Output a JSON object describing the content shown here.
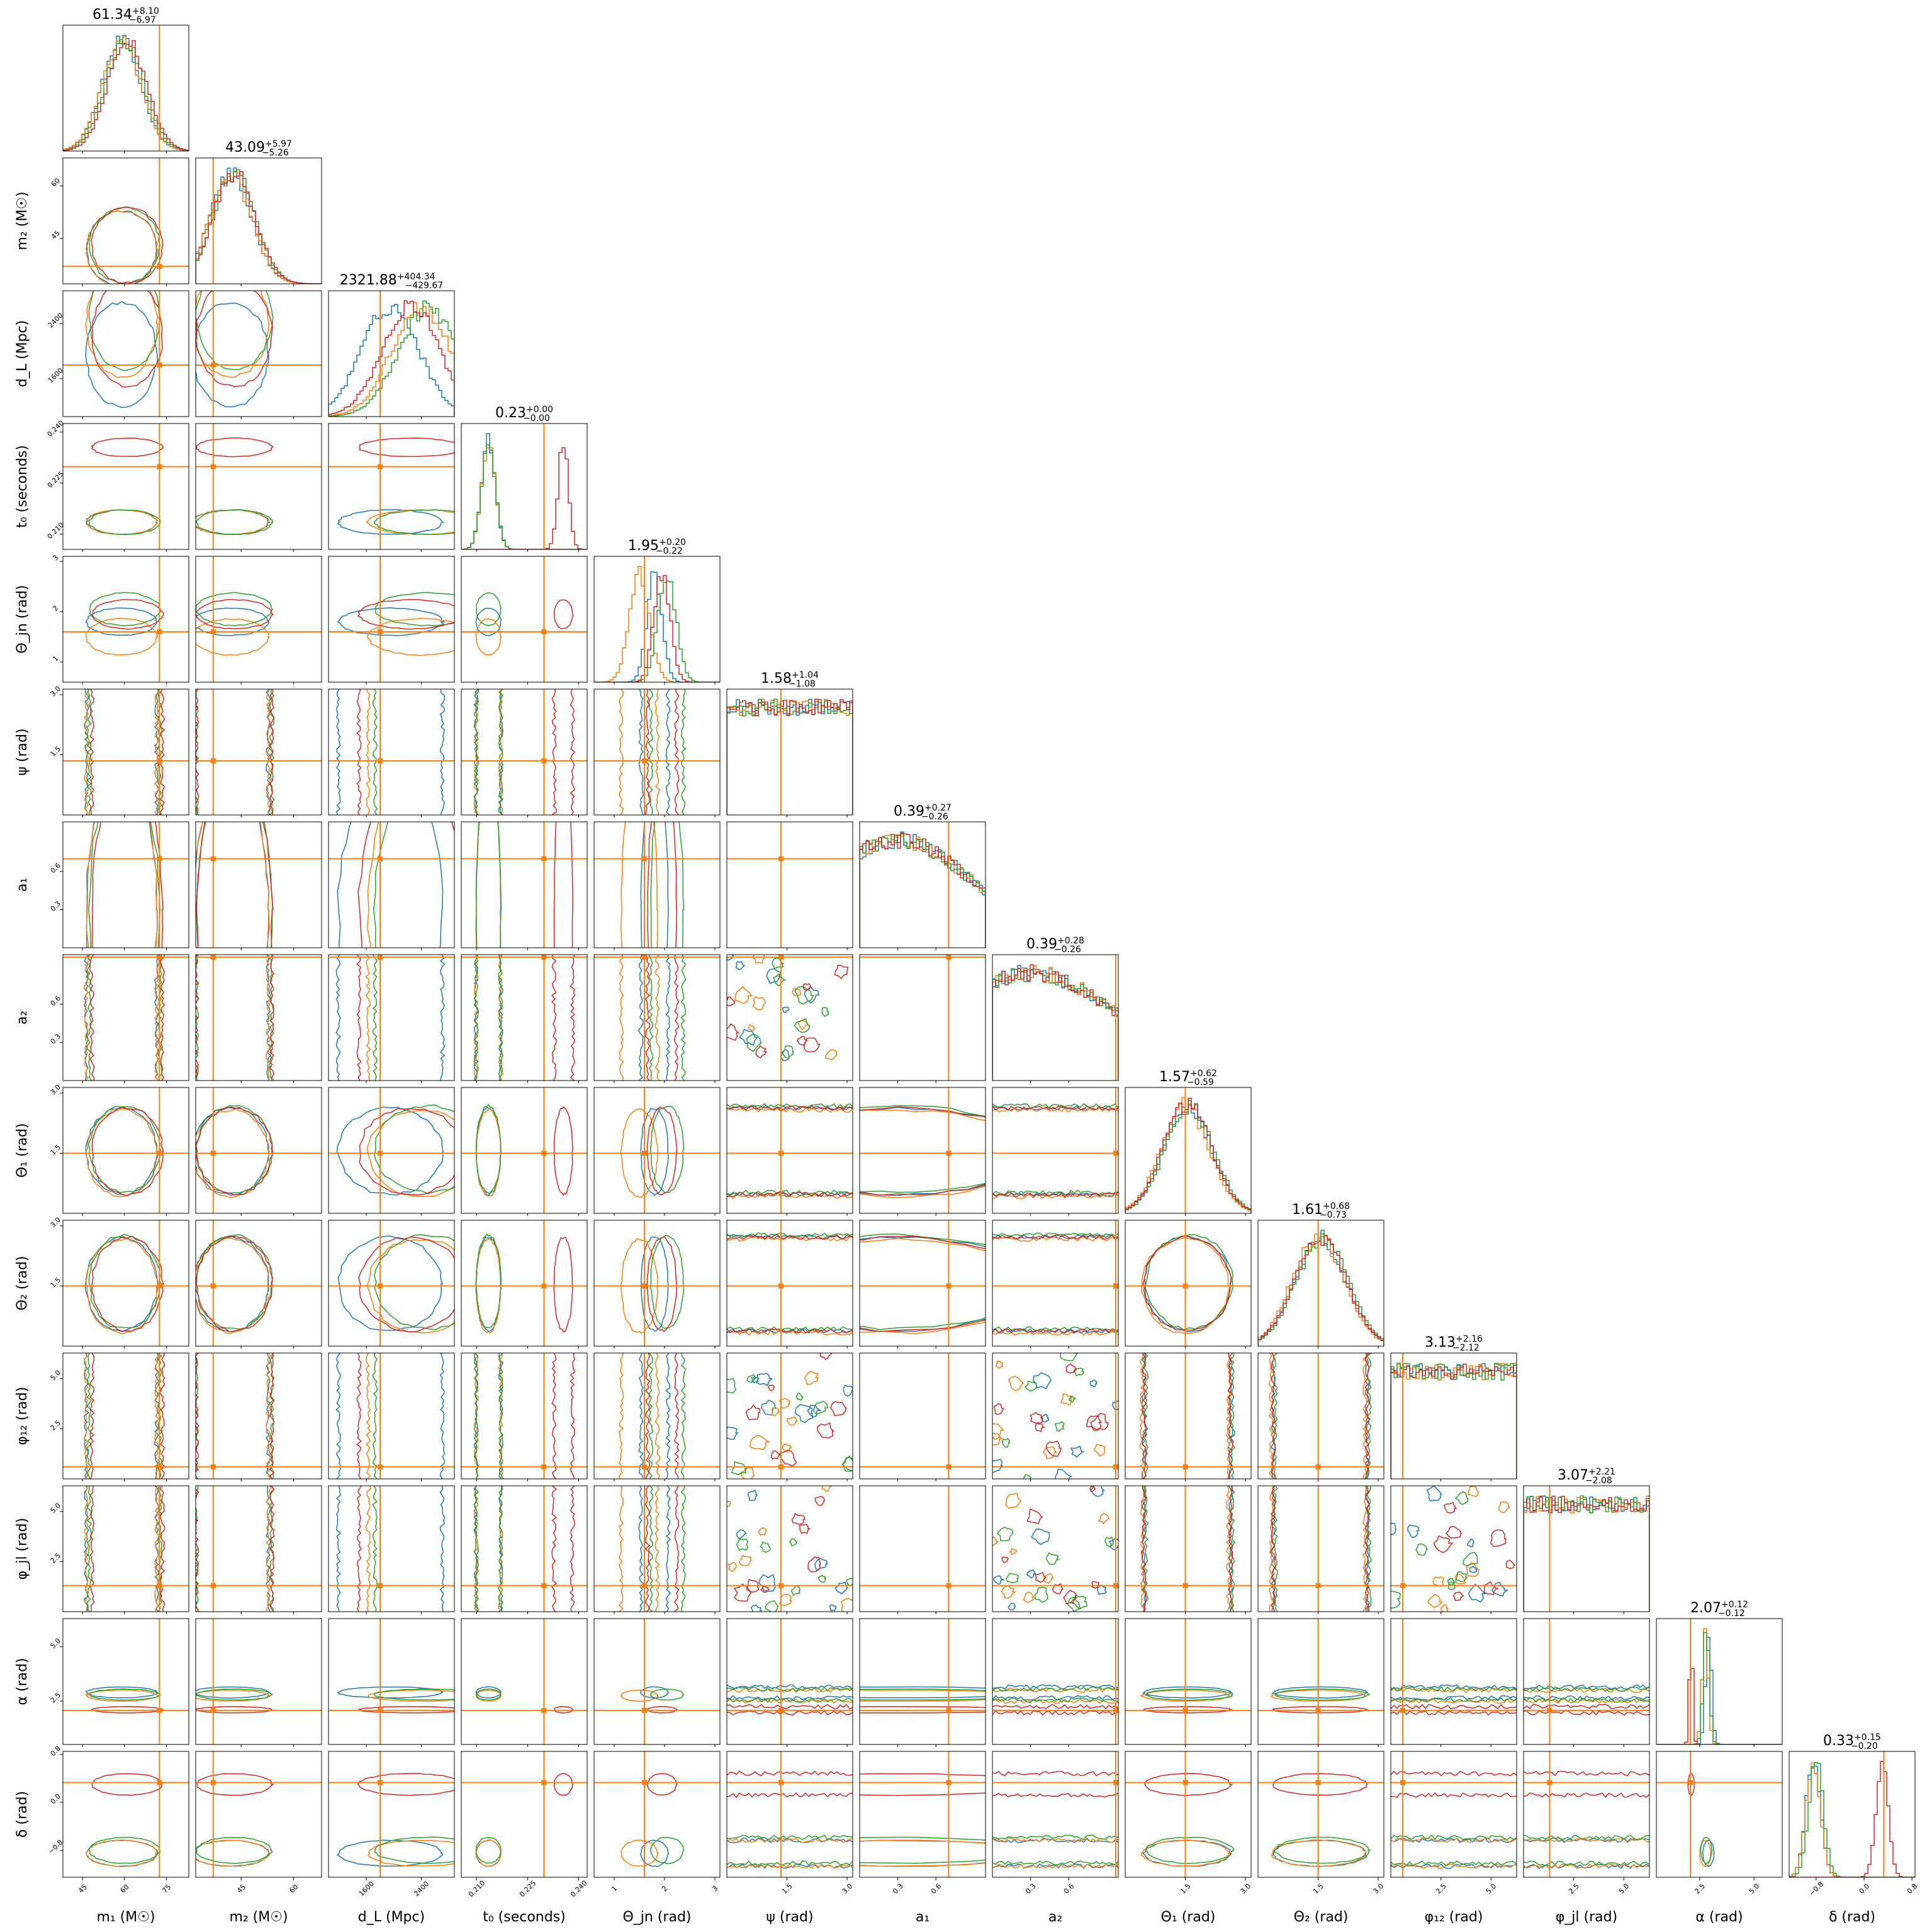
{
  "chart_data": {
    "type": "corner",
    "series_colors": [
      "#1f77b4",
      "#ff7f0e",
      "#2ca02c",
      "#d62728"
    ],
    "truth_color": "#ff7f0e",
    "parameters": [
      {
        "label": "m₁ (M☉)",
        "summary": {
          "median": "61.34",
          "plus": "+8.10",
          "minus": "−6.97"
        },
        "range": [
          38,
          83
        ],
        "ticks": [
          {
            "v": 45,
            "t": "45"
          },
          {
            "v": 60,
            "t": "60"
          },
          {
            "v": 75,
            "t": "75"
          }
        ],
        "truth": 72.5
      },
      {
        "label": "m₂ (M☉)",
        "summary": {
          "median": "43.09",
          "plus": "+5.97",
          "minus": "−5.26"
        },
        "range": [
          32,
          68
        ],
        "ticks": [
          {
            "v": 45,
            "t": "45"
          },
          {
            "v": 60,
            "t": "60"
          }
        ],
        "truth": 37
      },
      {
        "label": "d_L (Mpc)",
        "summary": {
          "median": "2321.88",
          "plus": "+404.34",
          "minus": "−429.67"
        },
        "range": [
          1050,
          2880
        ],
        "ticks": [
          {
            "v": 1600,
            "t": "1600"
          },
          {
            "v": 2400,
            "t": "2400"
          }
        ],
        "truth": 1800
      },
      {
        "label": "t₀ (seconds)",
        "summary": {
          "median": "0.23",
          "plus": "+0.00",
          "minus": "−0.00"
        },
        "range": [
          0.2055,
          0.2425
        ],
        "ticks": [
          {
            "v": 0.21,
            "t": "0.210"
          },
          {
            "v": 0.225,
            "t": "0.225"
          },
          {
            "v": 0.24,
            "t": "0.240"
          }
        ],
        "truth": 0.2298
      },
      {
        "label": "Θ_jn (rad)",
        "summary": {
          "median": "1.95",
          "plus": "+0.20",
          "minus": "−0.22"
        },
        "range": [
          0.6,
          3.1
        ],
        "ticks": [
          {
            "v": 1,
            "t": "1"
          },
          {
            "v": 2,
            "t": "2"
          },
          {
            "v": 3,
            "t": "3"
          }
        ],
        "truth": 1.6
      },
      {
        "label": "ψ (rad)",
        "summary": {
          "median": "1.58",
          "plus": "+1.04",
          "minus": "−1.08"
        },
        "range": [
          0,
          3.14
        ],
        "ticks": [
          {
            "v": 1.5,
            "t": "1.5"
          },
          {
            "v": 3.0,
            "t": "3.0"
          }
        ],
        "truth": 1.35
      },
      {
        "label": "a₁",
        "summary": {
          "median": "0.39",
          "plus": "+0.27",
          "minus": "−0.26"
        },
        "range": [
          0,
          0.99
        ],
        "ticks": [
          {
            "v": 0.3,
            "t": "0.3"
          },
          {
            "v": 0.6,
            "t": "0.6"
          }
        ],
        "truth": 0.7
      },
      {
        "label": "a₂",
        "summary": {
          "median": "0.39",
          "plus": "+0.28",
          "minus": "−0.26"
        },
        "range": [
          0,
          0.99
        ],
        "ticks": [
          {
            "v": 0.3,
            "t": "0.3"
          },
          {
            "v": 0.6,
            "t": "0.6"
          }
        ],
        "truth": 0.97
      },
      {
        "label": "Θ₁ (rad)",
        "summary": {
          "median": "1.57",
          "plus": "+0.62",
          "minus": "−0.59"
        },
        "range": [
          0,
          3.14
        ],
        "ticks": [
          {
            "v": 1.5,
            "t": "1.5"
          },
          {
            "v": 3.0,
            "t": "3.0"
          }
        ],
        "truth": 1.5
      },
      {
        "label": "Θ₂ (rad)",
        "summary": {
          "median": "1.61",
          "plus": "+0.68",
          "minus": "−0.73"
        },
        "range": [
          0,
          3.14
        ],
        "ticks": [
          {
            "v": 1.5,
            "t": "1.5"
          },
          {
            "v": 3.0,
            "t": "3.0"
          }
        ],
        "truth": 1.5
      },
      {
        "label": "φ₁₂ (rad)",
        "summary": {
          "median": "3.13",
          "plus": "+2.16",
          "minus": "−2.12"
        },
        "range": [
          0,
          6.28
        ],
        "ticks": [
          {
            "v": 2.5,
            "t": "2.5"
          },
          {
            "v": 5.0,
            "t": "5.0"
          }
        ],
        "truth": 0.6
      },
      {
        "label": "φ_jl (rad)",
        "summary": {
          "median": "3.07",
          "plus": "+2.21",
          "minus": "−2.08"
        },
        "range": [
          0,
          6.28
        ],
        "ticks": [
          {
            "v": 2.5,
            "t": "2.5"
          },
          {
            "v": 5.0,
            "t": "5.0"
          }
        ],
        "truth": 1.3
      },
      {
        "label": "α (rad)",
        "summary": {
          "median": "2.07",
          "plus": "+0.12",
          "minus": "−0.12"
        },
        "range": [
          0.5,
          6.3
        ],
        "ticks": [
          {
            "v": 2.5,
            "t": "2.5"
          },
          {
            "v": 5.0,
            "t": "5.0"
          }
        ],
        "truth": 2.07
      },
      {
        "label": "δ (rad)",
        "summary": {
          "median": "0.33",
          "plus": "+0.15",
          "minus": "−0.20"
        },
        "range": [
          -1.25,
          0.85
        ],
        "ticks": [
          {
            "v": -0.8,
            "t": "−0.8"
          },
          {
            "v": 0.0,
            "t": "0.0"
          },
          {
            "v": 0.8,
            "t": "0.8"
          }
        ],
        "truth": 0.33
      }
    ],
    "posteriors": {
      "m₁ (M☉)": [
        {
          "mean": 59,
          "sd": 7
        },
        {
          "mean": 59,
          "sd": 7
        },
        {
          "mean": 60,
          "sd": 7
        },
        {
          "mean": 61,
          "sd": 7
        }
      ],
      "m₂ (M☉)": [
        {
          "mean": 42,
          "sd": 6
        },
        {
          "mean": 42,
          "sd": 6
        },
        {
          "mean": 43,
          "sd": 6
        },
        {
          "mean": 43,
          "sd": 6
        }
      ],
      "d_L (Mpc)": [
        {
          "mean": 1950,
          "sd": 420
        },
        {
          "mean": 2400,
          "sd": 430
        },
        {
          "mean": 2500,
          "sd": 430
        },
        {
          "mean": 2250,
          "sd": 420
        }
      ],
      "t₀ (seconds)": [
        {
          "mean": 0.2135,
          "sd": 0.002
        },
        {
          "mean": 0.2135,
          "sd": 0.002
        },
        {
          "mean": 0.2135,
          "sd": 0.002
        },
        {
          "mean": 0.2355,
          "sd": 0.0015
        }
      ],
      "Θ_jn (rad)": [
        {
          "mean": 1.8,
          "sd": 0.15
        },
        {
          "mean": 1.5,
          "sd": 0.2
        },
        {
          "mean": 2.05,
          "sd": 0.18
        },
        {
          "mean": 1.95,
          "sd": 0.16
        }
      ],
      "ψ (rad)": [
        {
          "mean": 1.57,
          "sd": 100
        },
        {
          "mean": 1.57,
          "sd": 100
        },
        {
          "mean": 1.57,
          "sd": 100
        },
        {
          "mean": 1.57,
          "sd": 100
        }
      ],
      "a₁": [
        {
          "mean": 0.3,
          "sd": 0.6
        },
        {
          "mean": 0.3,
          "sd": 0.6
        },
        {
          "mean": 0.3,
          "sd": 0.6
        },
        {
          "mean": 0.3,
          "sd": 0.6
        }
      ],
      "a₂": [
        {
          "mean": 0.3,
          "sd": 0.7
        },
        {
          "mean": 0.3,
          "sd": 0.7
        },
        {
          "mean": 0.3,
          "sd": 0.7
        },
        {
          "mean": 0.3,
          "sd": 0.7
        }
      ],
      "Θ₁ (rad)": [
        {
          "mean": 1.55,
          "sd": 0.6
        },
        {
          "mean": 1.5,
          "sd": 0.6
        },
        {
          "mean": 1.6,
          "sd": 0.6
        },
        {
          "mean": 1.55,
          "sd": 0.6
        }
      ],
      "Θ₂ (rad)": [
        {
          "mean": 1.55,
          "sd": 0.65
        },
        {
          "mean": 1.5,
          "sd": 0.65
        },
        {
          "mean": 1.6,
          "sd": 0.65
        },
        {
          "mean": 1.55,
          "sd": 0.65
        }
      ],
      "φ₁₂ (rad)": [
        {
          "mean": 3.14,
          "sd": 100
        },
        {
          "mean": 3.14,
          "sd": 100
        },
        {
          "mean": 3.14,
          "sd": 100
        },
        {
          "mean": 3.14,
          "sd": 100
        }
      ],
      "φ_jl (rad)": [
        {
          "mean": 3.14,
          "sd": 100
        },
        {
          "mean": 3.14,
          "sd": 100
        },
        {
          "mean": 3.14,
          "sd": 100
        },
        {
          "mean": 3.14,
          "sd": 100
        }
      ],
      "α (rad)": [
        {
          "mean": 2.9,
          "sd": 0.14
        },
        {
          "mean": 2.75,
          "sd": 0.14
        },
        {
          "mean": 2.8,
          "sd": 0.14
        },
        {
          "mean": 2.1,
          "sd": 0.08
        }
      ],
      "δ (rad)": [
        {
          "mean": -0.85,
          "sd": 0.12
        },
        {
          "mean": -0.85,
          "sd": 0.12
        },
        {
          "mean": -0.8,
          "sd": 0.12
        },
        {
          "mean": 0.3,
          "sd": 0.1
        }
      ]
    }
  }
}
